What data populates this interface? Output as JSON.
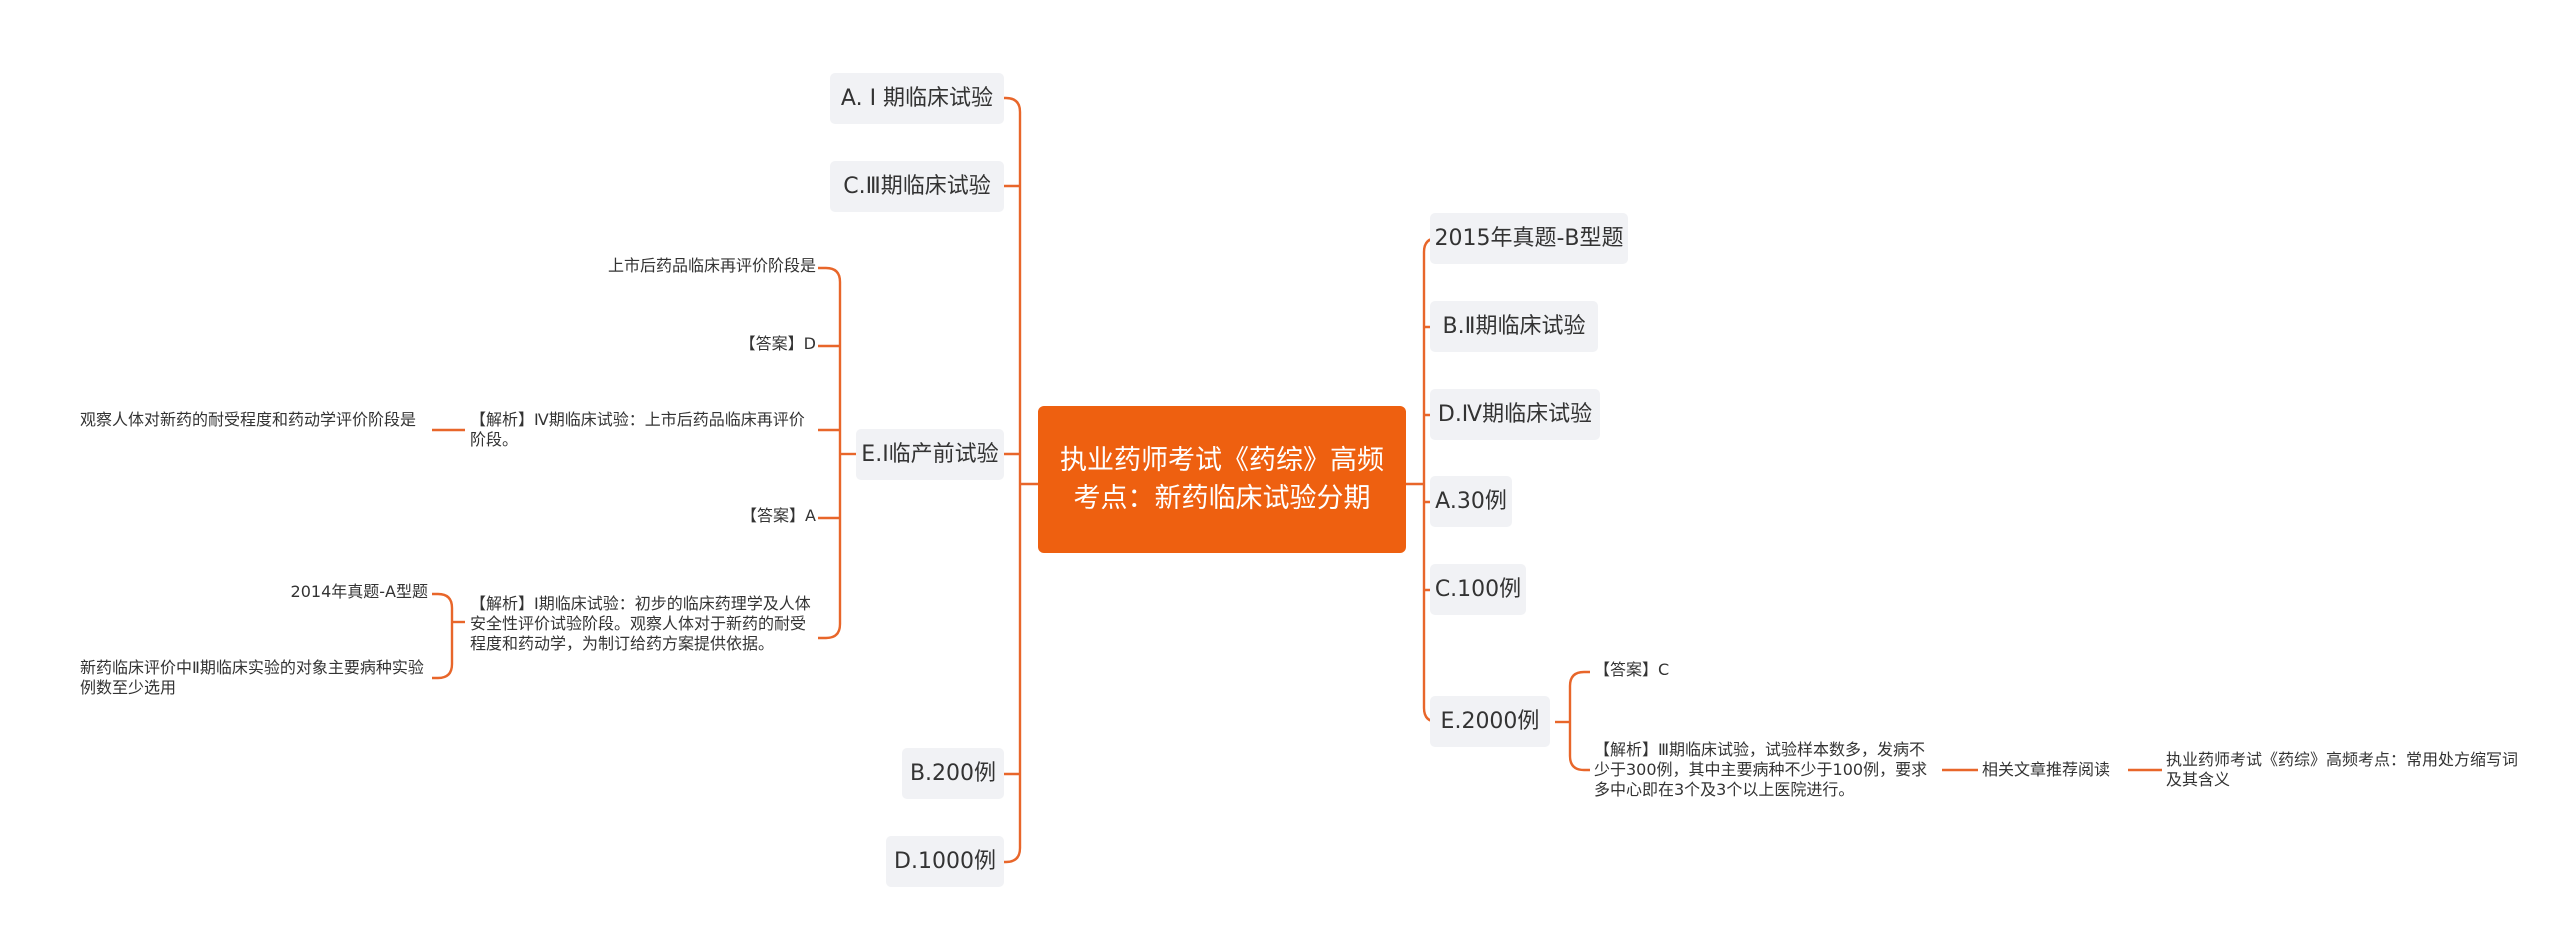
{
  "root": {
    "title": "执业药师考试《药综》高频考点：新药临床试验分期"
  },
  "left": {
    "a1": "A. Ⅰ 期临床试验",
    "c3": "C.Ⅲ期临床试验",
    "e_pre": "E.Ⅰ临产前试验",
    "b200": "B.200例",
    "d1000": "D.1000例",
    "q_post": "上市后药品临床再评价阶段是",
    "ans_d": "【答案】D",
    "ana_4": "【解析】Ⅳ期临床试验：上市后药品临床再评价阶段。",
    "q_tolerance": "观察人体对新药的耐受程度和药动学评价阶段是",
    "ans_a": "【答案】A",
    "ana_1": "【解析】Ⅰ期临床试验：初步的临床药理学及人体安全性评价试验阶段。观察人体对于新药的耐受程度和药动学，为制订给药方案提供依据。",
    "year_2014": "2014年真题-A型题",
    "q_cases": "新药临床评价中Ⅱ期临床实验的对象主要病种实验例数至少选用"
  },
  "right": {
    "year_2015": "2015年真题-B型题",
    "b2": "B.Ⅱ期临床试验",
    "d4": "D.Ⅳ期临床试验",
    "a30": "A.30例",
    "c100": "C.100例",
    "e2000": "E.2000例",
    "ans_c": "【答案】C",
    "ana_3": "【解析】Ⅲ期临床试验，试验样本数多，发病不少于300例，其中主要病种不少于100例，要求多中心即在3个及3个以上医院进行。",
    "related": "相关文章推荐阅读",
    "related_article": "执业药师考试《药综》高频考点：常用处方缩写词及其含义"
  },
  "colors": {
    "accent": "#ee6010",
    "node_bg": "#f1f2f5",
    "link": "#e8662a"
  }
}
